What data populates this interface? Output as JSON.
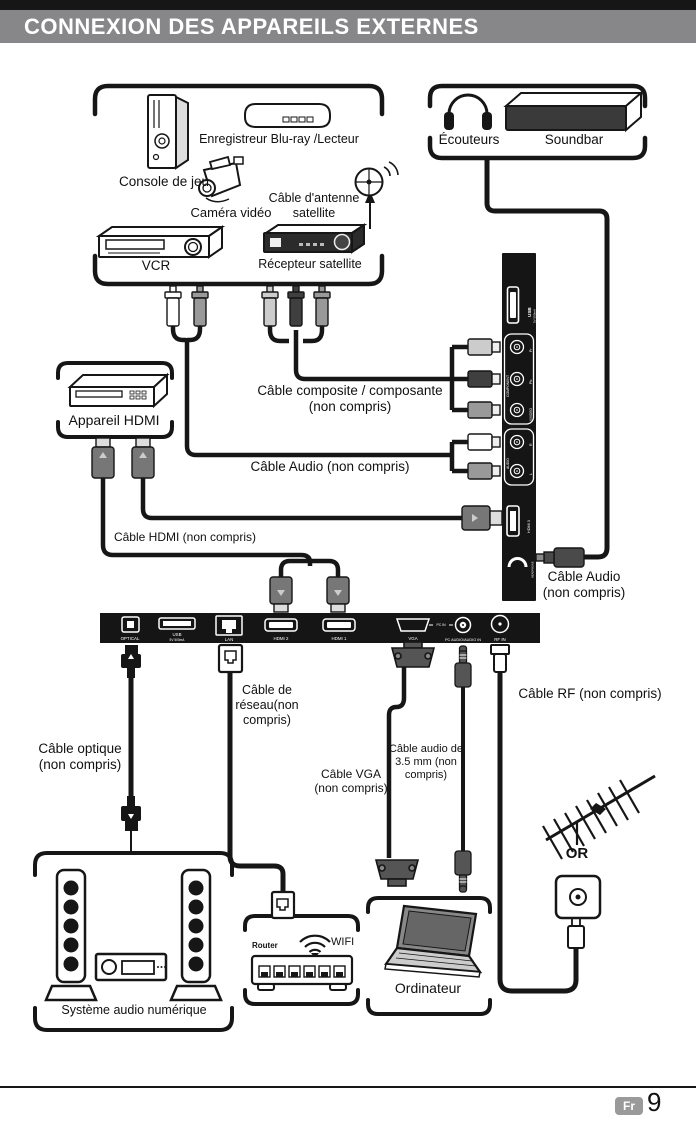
{
  "header": {
    "title": "CONNEXION DES APPAREILS EXTERNES"
  },
  "source_devices": {
    "console": "Console de jeu",
    "bluray": "Enregistreur Blu-ray /Lecteur",
    "camera": "Caméra vidéo",
    "antenna_cable": "Câble d'antenne\nsatellite",
    "vcr": "VCR",
    "receiver": "Récepteur satellite"
  },
  "audio_devices": {
    "headphones": "Écouteurs",
    "soundbar": "Soundbar"
  },
  "hdmi_device": {
    "label": "Appareil HDMI"
  },
  "cable_labels": {
    "composite": "Câble composite / composante\n(non compris)",
    "audio_rca": "Câble Audio (non compris)",
    "hdmi": "Câble HDMI (non compris)",
    "audio_jack": "Câble Audio\n(non compris)",
    "optical": "Câble optique\n(non compris)",
    "network": "Câble de\nréseau(non\ncompris)",
    "vga": "Câble VGA\n(non compris)",
    "audio_35mm": "Câble audio de\n3.5 mm (non\ncompris)",
    "rf": "Câble RF (non compris)",
    "or": "OR"
  },
  "side_panel": {
    "usb": "USB",
    "usb_power": "5V 500mA",
    "component": "COMPONENT",
    "pr": "Pr",
    "pb": "Pb",
    "y_video": "Y/VIDEO",
    "audio": "AUDIO",
    "r": "R",
    "l": "L",
    "hdmi3": "HDMI 3",
    "headphone": "HEADPHONE"
  },
  "bottom_panel": {
    "optical": "OPTICAL",
    "usb": "USB",
    "usb_power": "5V 500mA",
    "lan": "LAN",
    "hdmi2": "HDMI 2",
    "hdmi1": "HDMI 1",
    "vga": "VGA",
    "pc_in": "PC IN",
    "pc_audio": "PC AUDIO/AUDIO IN",
    "rf_in": "RF IN"
  },
  "bottom_devices": {
    "audio_system": "Système audio numérique",
    "router": "Router",
    "wifi": "WIFI",
    "computer": "Ordinateur"
  },
  "footer": {
    "lang": "Fr",
    "page": "9"
  }
}
